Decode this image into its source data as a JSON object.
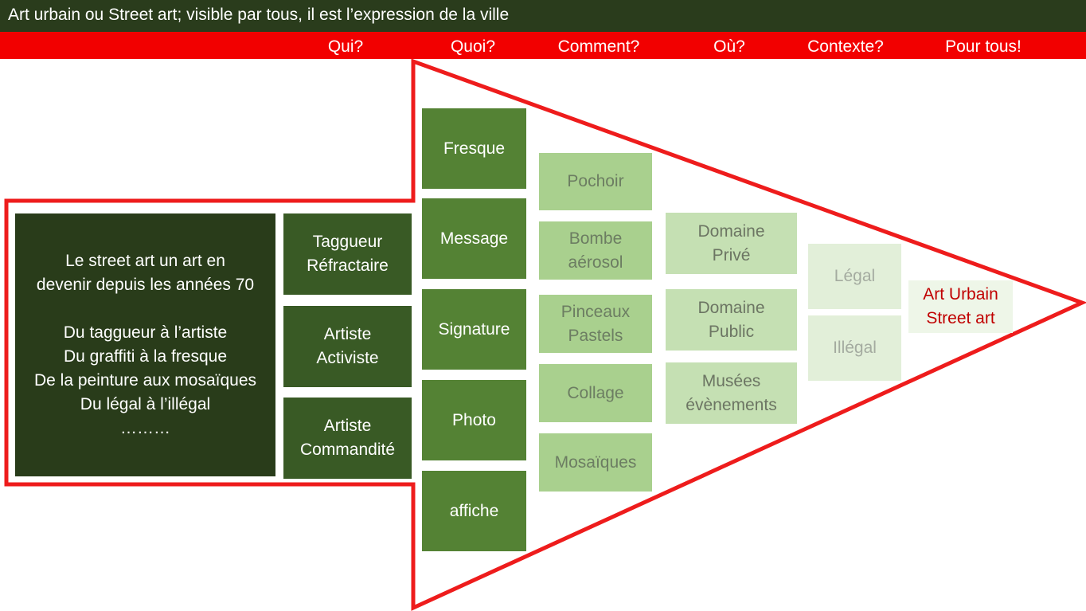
{
  "title": "Art urbain ou Street art; visible par tous, il est l’expression de la ville",
  "questions": [
    "Qui?",
    "Quoi?",
    "Comment?",
    "Où?",
    "Contexte?",
    "Pour tous!"
  ],
  "intro_text": "Le street art un art en\ndevenir depuis les années 70\n\nDu taggueur à l’artiste\nDu graffiti à la fresque\nDe la peinture aux mosaïques\nDu légal à l’illégal\n………",
  "qui": [
    "Taggueur\nRéfractaire",
    "Artiste\nActiviste",
    "Artiste\nCommandité"
  ],
  "quoi": [
    "Fresque",
    "Message",
    "Signature",
    "Photo",
    "affiche"
  ],
  "comment": [
    "Pochoir",
    "Bombe\naérosol",
    "Pinceaux\nPastels",
    "Collage",
    "Mosaïques"
  ],
  "ou": [
    "Domaine\nPrivé",
    "Domaine\nPublic",
    "Musées\névènements"
  ],
  "contexte": [
    "Légal",
    "Illégal"
  ],
  "final": "Art Urbain\nStreet art",
  "colors": {
    "title_bg": "#2a3c1c",
    "question_bar": "#f20000",
    "arrow_outline": "#ee1c1c",
    "intro_bg": "#293c1a",
    "qui_bg": "#395a25",
    "quoi_bg": "#548234",
    "comment_bg": "#a9d08e",
    "ou_bg": "#c5e0b3",
    "contexte_bg": "#e2efd9",
    "final_text": "#c00000"
  }
}
